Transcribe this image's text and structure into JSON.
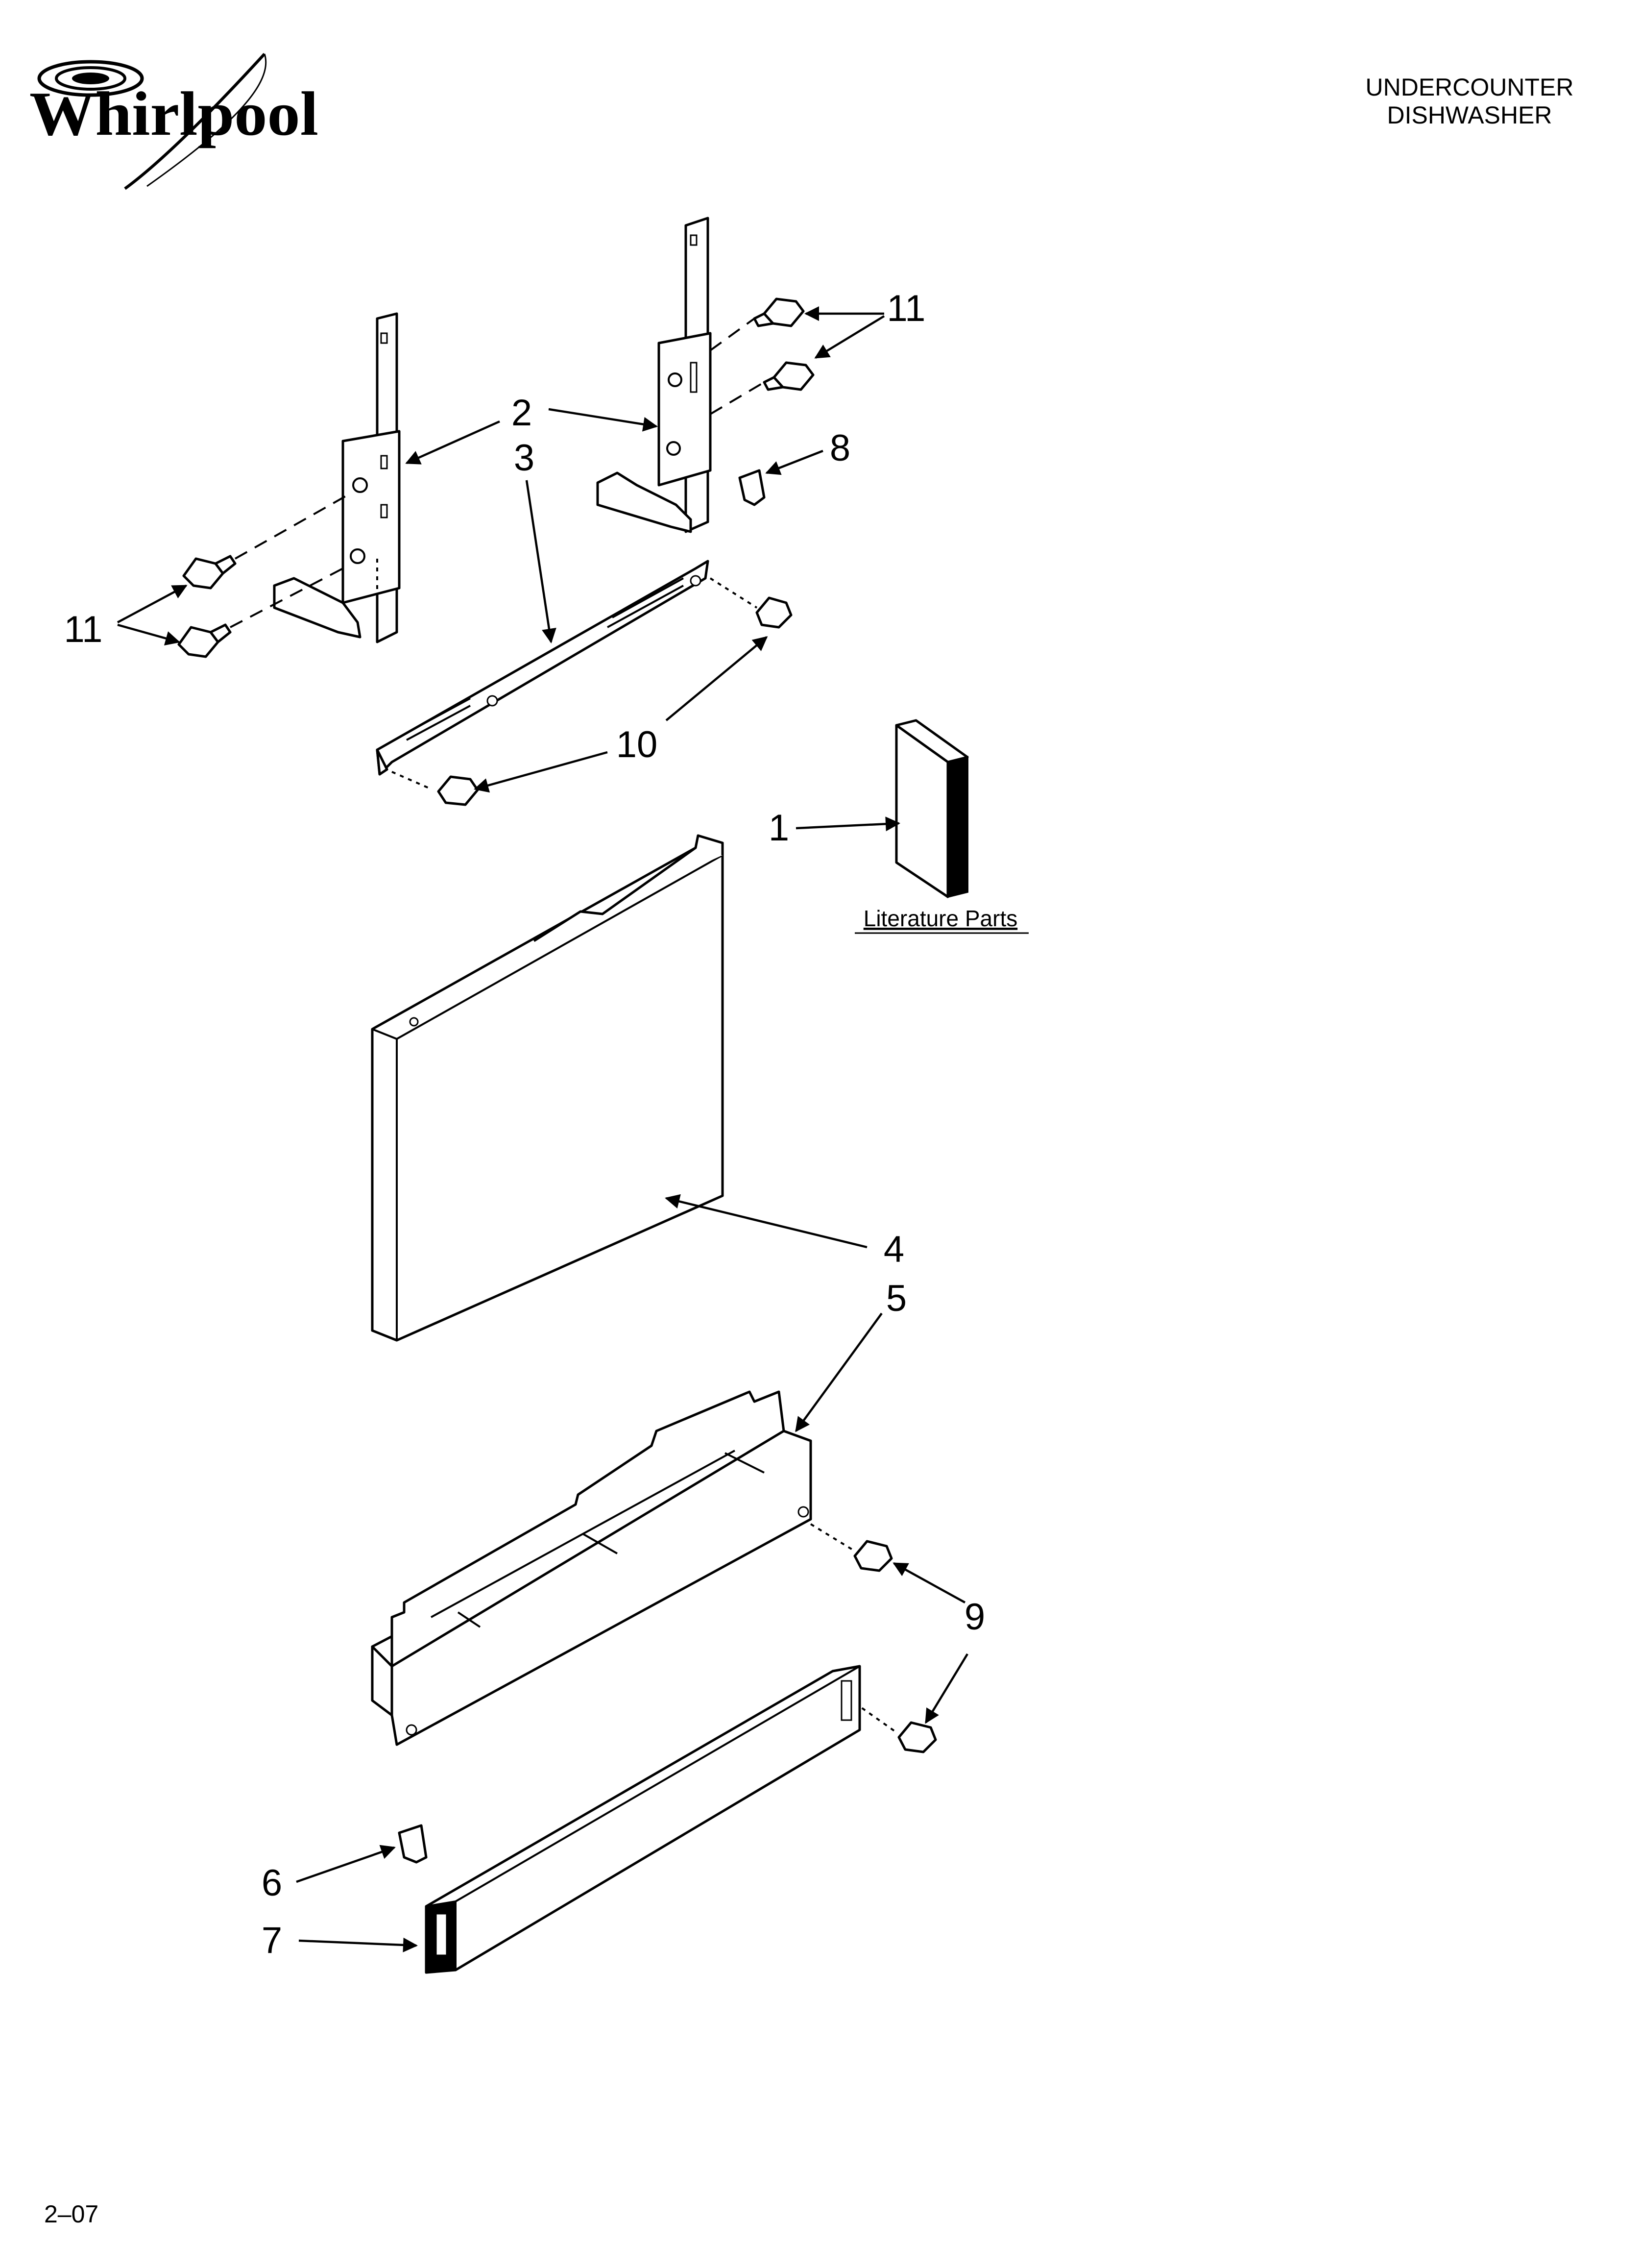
{
  "header": {
    "brand": "Whirlpool",
    "product_line1": "UNDERCOUNTER",
    "product_line2": "DISHWASHER"
  },
  "footer": {
    "code": "2–07"
  },
  "literature": {
    "label": "Literature Parts"
  },
  "callouts": {
    "c1": "1",
    "c2": "2",
    "c3": "3",
    "c4": "4",
    "c5": "5",
    "c6": "6",
    "c7": "7",
    "c8": "8",
    "c9": "9",
    "c10": "10",
    "c11a": "11",
    "c11b": "11"
  }
}
